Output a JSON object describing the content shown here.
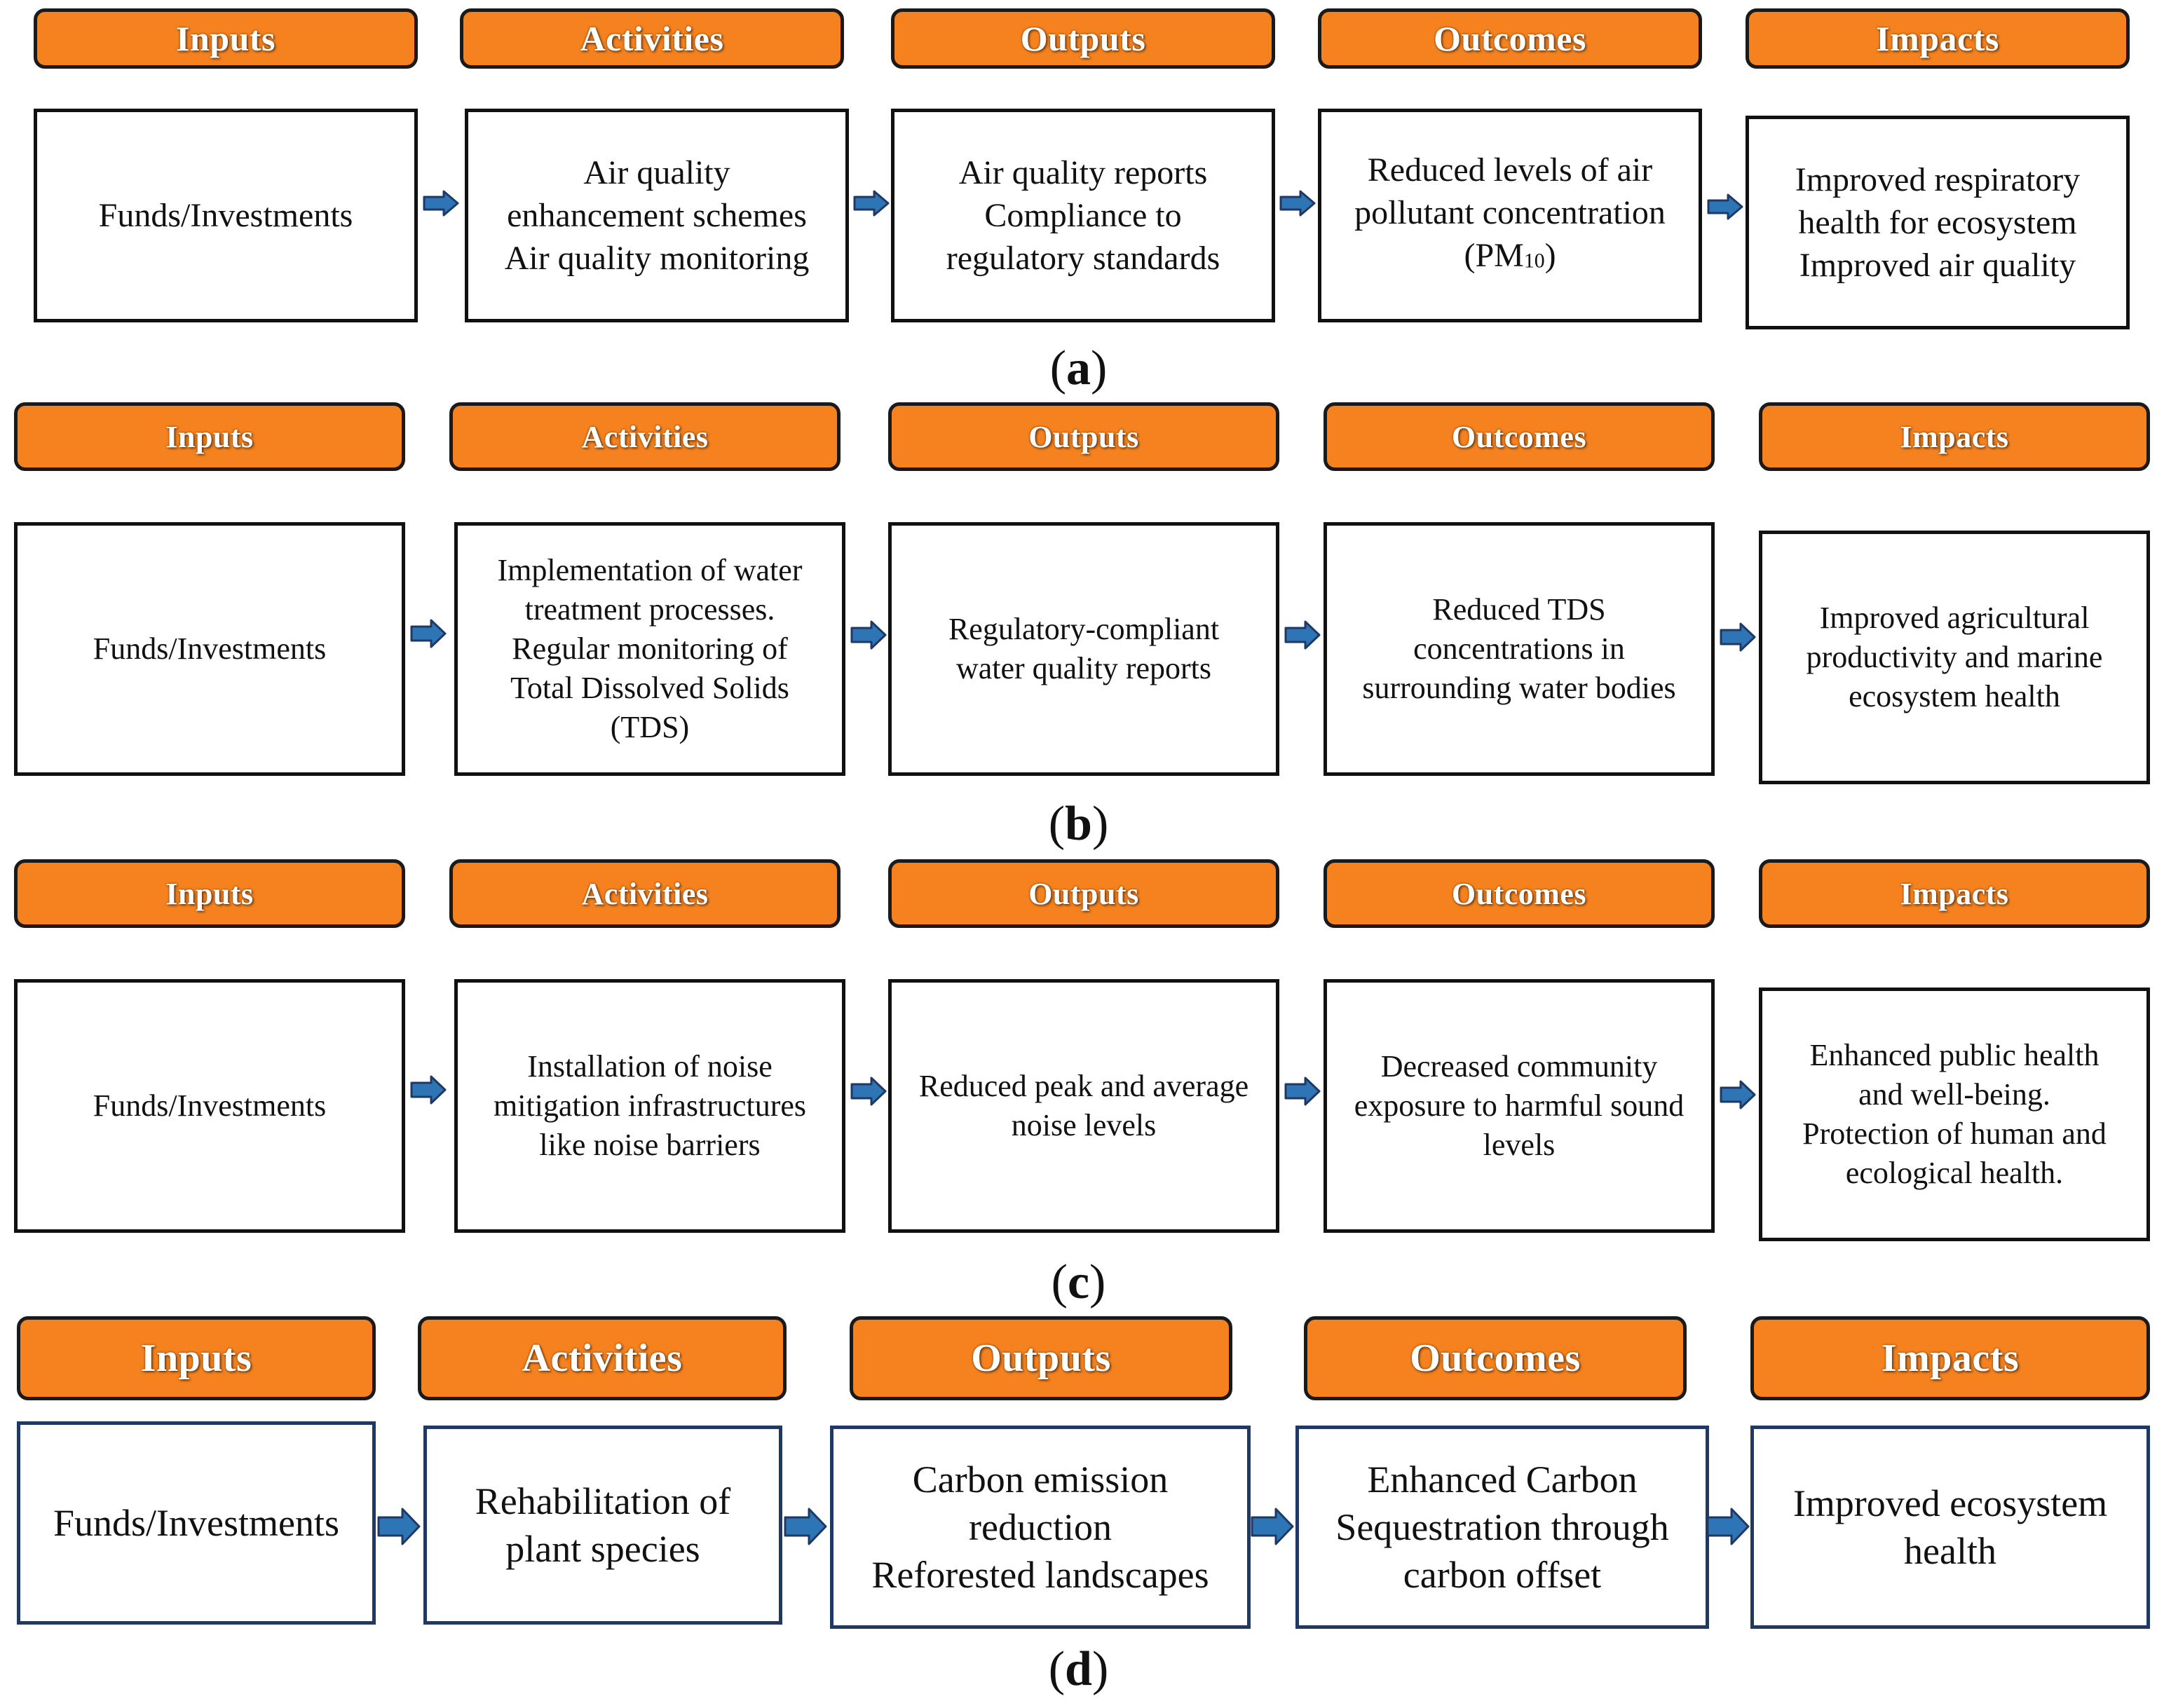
{
  "panels": [
    {
      "caption": "a",
      "headers": [
        "Inputs",
        "Activities",
        "Outputs",
        "Outcomes",
        "Impacts"
      ],
      "boxes": [
        [
          "Funds/Investments"
        ],
        [
          "Air quality",
          "enhancement schemes",
          "Air quality monitoring"
        ],
        [
          "Air quality reports",
          "Compliance to",
          "regulatory standards"
        ],
        [
          "Reduced levels of air",
          "pollutant concentration",
          "(PM",
          "10",
          ")"
        ],
        [
          "Improved respiratory",
          "health for ecosystem",
          "Improved air quality"
        ]
      ]
    },
    {
      "caption": "b",
      "headers": [
        "Inputs",
        "Activities",
        "Outputs",
        "Outcomes",
        "Impacts"
      ],
      "boxes": [
        [
          "Funds/Investments"
        ],
        [
          "Implementation of water",
          "treatment processes.",
          "Regular monitoring of",
          "Total Dissolved Solids",
          "(TDS)"
        ],
        [
          "Regulatory-compliant",
          "water quality reports"
        ],
        [
          "Reduced TDS",
          "concentrations in",
          "surrounding water bodies"
        ],
        [
          "Improved agricultural",
          "productivity and marine",
          "ecosystem health"
        ]
      ]
    },
    {
      "caption": "c",
      "headers": [
        "Inputs",
        "Activities",
        "Outputs",
        "Outcomes",
        "Impacts"
      ],
      "boxes": [
        [
          "Funds/Investments"
        ],
        [
          "Installation of noise",
          "mitigation infrastructures",
          "like noise barriers"
        ],
        [
          "Reduced peak and average",
          "noise levels"
        ],
        [
          "Decreased community",
          "exposure to harmful sound",
          "levels"
        ],
        [
          "Enhanced public health",
          "and well-being.",
          "Protection of human and",
          "ecological health."
        ]
      ]
    },
    {
      "caption": "d",
      "headers": [
        "Inputs",
        "Activities",
        "Outputs",
        "Outcomes",
        "Impacts"
      ],
      "boxes": [
        [
          "Funds/Investments"
        ],
        [
          "Rehabilitation of",
          "plant species"
        ],
        [
          "Carbon emission",
          "reduction",
          "Reforested landscapes"
        ],
        [
          "Enhanced Carbon",
          "Sequestration through",
          "carbon offset"
        ],
        [
          "Improved ecosystem",
          "health"
        ]
      ]
    }
  ],
  "colors": {
    "header_fill": "#f5821f",
    "header_text": "#ffffff",
    "arrow_fill": "#2e75b6",
    "arrow_stroke": "#1f3864",
    "panel_d_border": "#1f3864"
  }
}
